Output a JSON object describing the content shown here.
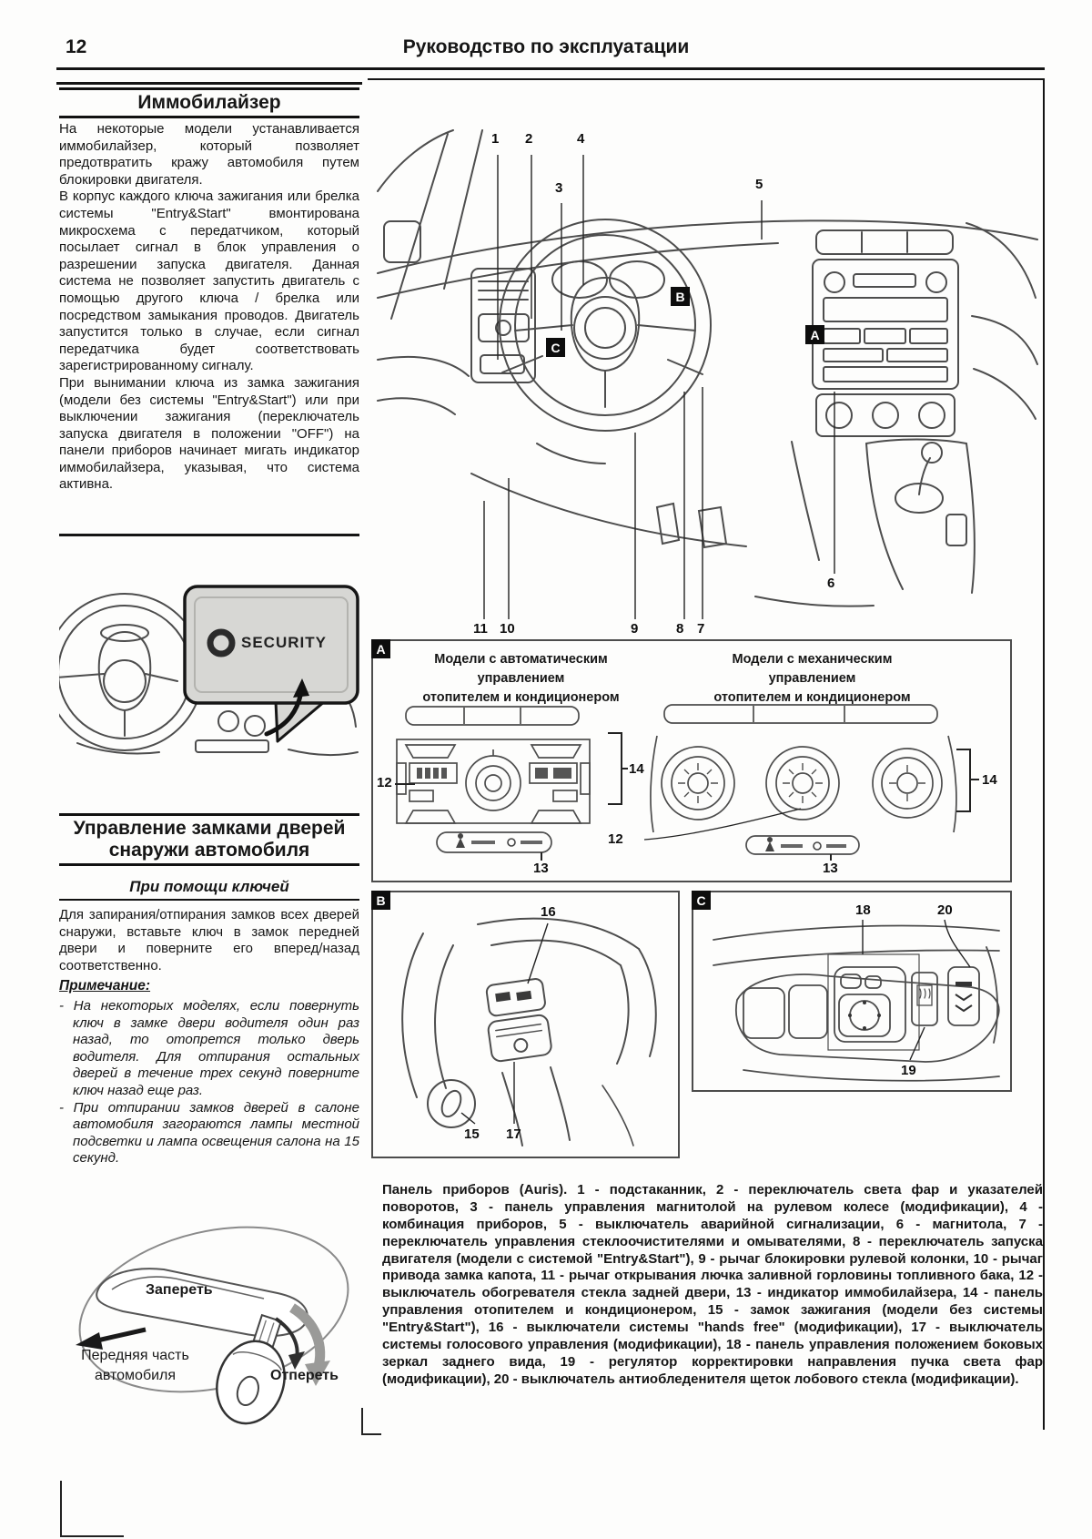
{
  "page": {
    "number": "12",
    "header_title": "Руководство по эксплуатации"
  },
  "immobilizer": {
    "title": "Иммобилайзер",
    "paragraphs": [
      "На некоторые модели устанавливается иммобилайзер, который позволяет предотвратить кражу автомобиля путем блокировки двигателя.",
      "В корпус каждого ключа зажигания или брелка системы \"Entry&Start\" вмонтирована микросхема с передатчиком, который посылает сигнал в блок управления о разрешении запуска двигателя. Данная система не позволяет запустить двигатель с помощью другого ключа / брелка или посредством замыкания проводов. Двигатель запустится только в случае, если сигнал передатчика будет соответствовать зарегистрированному сигналу.",
      "При вынимании ключа из замка зажигания (модели без системы \"Entry&Start\") или при выключении зажигания (переключатель запуска двигателя в положении \"OFF\") на панели приборов начинает мигать индикатор иммобилайзера, указывая, что система активна."
    ]
  },
  "security_figure": {
    "label": "SECURITY"
  },
  "door_locks": {
    "title_line1": "Управление замками дверей",
    "title_line2": "снаружи автомобиля",
    "subtitle": "При помощи ключей",
    "intro": "Для запирания/отпирания замков всех дверей снаружи, вставьте ключ в замок передней двери и поверните его вперед/назад соответственно.",
    "note_label": "Примечание:",
    "notes": [
      "- На некоторых моделях, если повернуть ключ в замке двери водителя один раз назад, то отопрется только дверь водителя. Для отпирания остальных дверей в течение трех секунд поверните ключ назад еще раз.",
      "- При отпирании замков дверей в салоне автомобиля загораются лампы местной подсветки и лампа освещения салона на 15 секунд."
    ]
  },
  "key_figure": {
    "lock_label": "Запереть",
    "unlock_label": "Отпереть",
    "front_label_lines": [
      "Передняя часть",
      "автомобиля"
    ]
  },
  "main_figure": {
    "top_callouts": [
      "1",
      "2",
      "3",
      "4",
      "5"
    ],
    "bottom_callouts": [
      "11",
      "10",
      "9",
      "8",
      "7",
      "6"
    ],
    "marker_a": "A",
    "marker_b": "B",
    "marker_c": "C"
  },
  "panel_a": {
    "letter": "A",
    "left_heading_lines": [
      "Модели с автоматическим",
      "управлением",
      "отопителем и кондиционером"
    ],
    "right_heading_lines": [
      "Модели с механическим",
      "управлением",
      "отопителем и кондиционером"
    ],
    "callout_12": "12",
    "callout_13": "13",
    "callout_14": "14"
  },
  "panel_b": {
    "letter": "B",
    "callout_15": "15",
    "callout_16": "16",
    "callout_17": "17"
  },
  "panel_c": {
    "letter": "C",
    "callout_18": "18",
    "callout_19": "19",
    "callout_20": "20"
  },
  "caption": {
    "text": "Панель приборов (Auris). 1 - подстаканник, 2 - переключатель света фар и указателей поворотов, 3 - панель управления магнитолой на рулевом колесе (модификации), 4 - комбинация приборов, 5 - выключатель аварийной сигнализации, 6 - магнитола, 7 - переключатель управления стеклоочистителями и омывателями, 8 - переключатель запуска двигателя (модели с системой \"Entry&Start\"), 9 - рычаг блокировки рулевой колонки, 10 - рычаг привода замка капота, 11 - рычаг открывания лючка заливной горловины топливного бака, 12 - выключатель обогревателя стекла задней двери, 13 - индикатор иммобилайзера, 14 - панель управления отопителем и кондиционером, 15 - замок зажигания (модели без системы \"Entry&Start\"), 16 - выключатели системы \"hands free\" (модификации), 17 - выключатель системы голосового управления (модификации), 18 - панель управления положением боковых зеркал заднего вида, 19 - регулятор корректировки направления пучка света фар (модификации), 20 - выключатель антиобледенителя щеток лобового стекла (модификации)."
  }
}
